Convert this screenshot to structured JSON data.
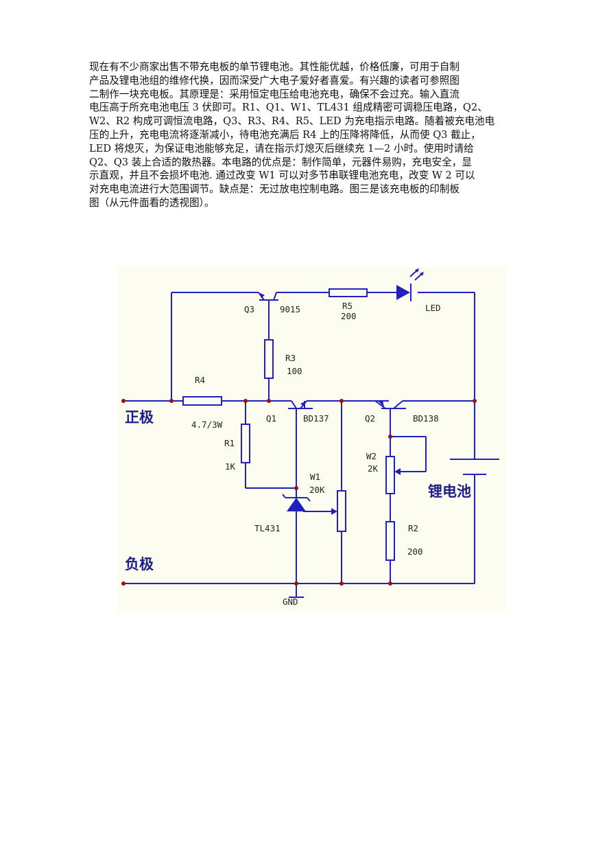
{
  "article": {
    "lines": [
      "现在有不少商家出售不带充电板的单节锂电池。其性能优越，价格低廉，可用于自制",
      "产品及锂电池组的维修代换，因而深受广大电子爱好者喜爱。有兴趣的读者可参照图",
      "二制作一块充电板。其原理是：采用恒定电压给电池充电，确保不会过充。输入直流",
      "电压高于所充电池电压 3 伏即可。R1、Q1、W1、TL431 组成精密可调稳压电路，Q2、",
      "W2、R2 构成可调恒流电路，Q3、R3、R4、R5、LED 为充电指示电路。随着被充电池电",
      "压的上升，充电电流将逐渐减小，待电池充满后 R4 上的压降将降低，从而使 Q3 截止，",
      "LED 将熄灭，为保证电池能够充足，请在指示灯熄灭后继续充 1—2 小时。使用时请给",
      "Q2、Q3 装上合适的散热器。本电路的优点是：制作简单，元器件易购，充电安全，显",
      "示直观，并且不会损坏电池. 通过改变 W1 可以对多节串联锂电池充电，改变 W 2 可以",
      "对充电电流进行大范围调节。缺点是：无过放电控制电路。图三是该充电板的印制板",
      "图（从元件面看的透视图）。"
    ]
  },
  "schematic": {
    "colors": {
      "background": "#fcfcf0",
      "wire": "#2020c0",
      "junction": "#9a1010",
      "text": "#222222",
      "heading": "#1c1c8a"
    },
    "terminals": {
      "positive": "正极",
      "negative": "负极",
      "battery": "锂电池",
      "ground": "GND"
    },
    "q3": {
      "ref": "Q3",
      "part": "9015"
    },
    "r5": {
      "ref": "R5",
      "value": "200"
    },
    "led": {
      "ref": "LED"
    },
    "r3": {
      "ref": "R3",
      "value": "100"
    },
    "r4": {
      "ref": "R4",
      "value": "4.7/3W"
    },
    "q1": {
      "ref": "Q1",
      "part": "BD137"
    },
    "q2": {
      "ref": "Q2",
      "part": "BD138"
    },
    "r1": {
      "ref": "R1",
      "value": "1K"
    },
    "w1": {
      "ref": "W1",
      "value": "20K"
    },
    "w2": {
      "ref": "W2",
      "value": "2K"
    },
    "tl431": {
      "ref": "TL431"
    },
    "r2": {
      "ref": "R2",
      "value": "200"
    }
  }
}
